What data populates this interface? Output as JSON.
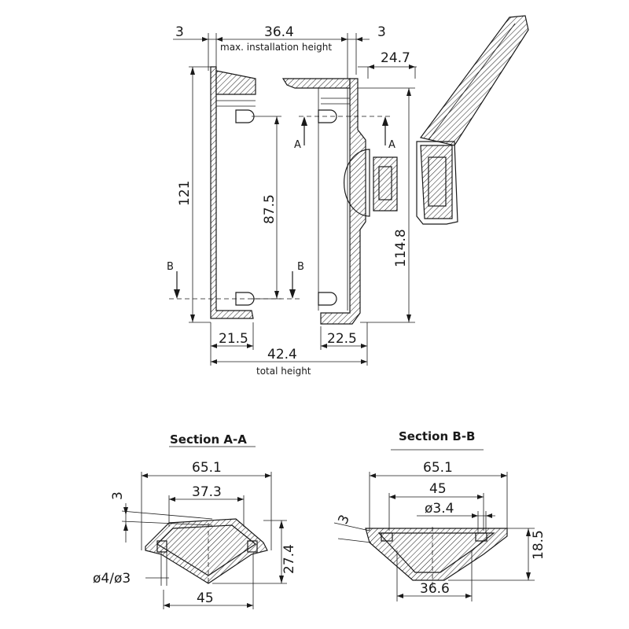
{
  "front_view": {
    "dim_wall_left": "3",
    "dim_width": "36.4",
    "dim_wall_right": "3",
    "note_max_height": "max. installation height",
    "dim_height": "121",
    "dim_hole_pitch": "87.5",
    "dim_bottom_left": "21.5",
    "dim_total": "42.4",
    "note_total_height": "total height",
    "section_b_left": "B",
    "section_b_right": "B"
  },
  "side_view": {
    "dim_top": "24.7",
    "dim_height": "114.8",
    "dim_bottom": "22.5",
    "section_a_left": "A",
    "section_a_right": "A"
  },
  "section_aa": {
    "title": "Section A-A",
    "dim_outer": "65.1",
    "dim_inner": "37.3",
    "dim_wall": "3",
    "dim_height": "27.4",
    "dim_holes": "ø4/ø3",
    "dim_base": "45"
  },
  "section_bb": {
    "title": "Section B-B",
    "dim_outer": "65.1",
    "dim_inner": "45",
    "dim_hole": "ø3.4",
    "dim_wall": "3",
    "dim_height": "18.5",
    "dim_base": "36.6"
  }
}
